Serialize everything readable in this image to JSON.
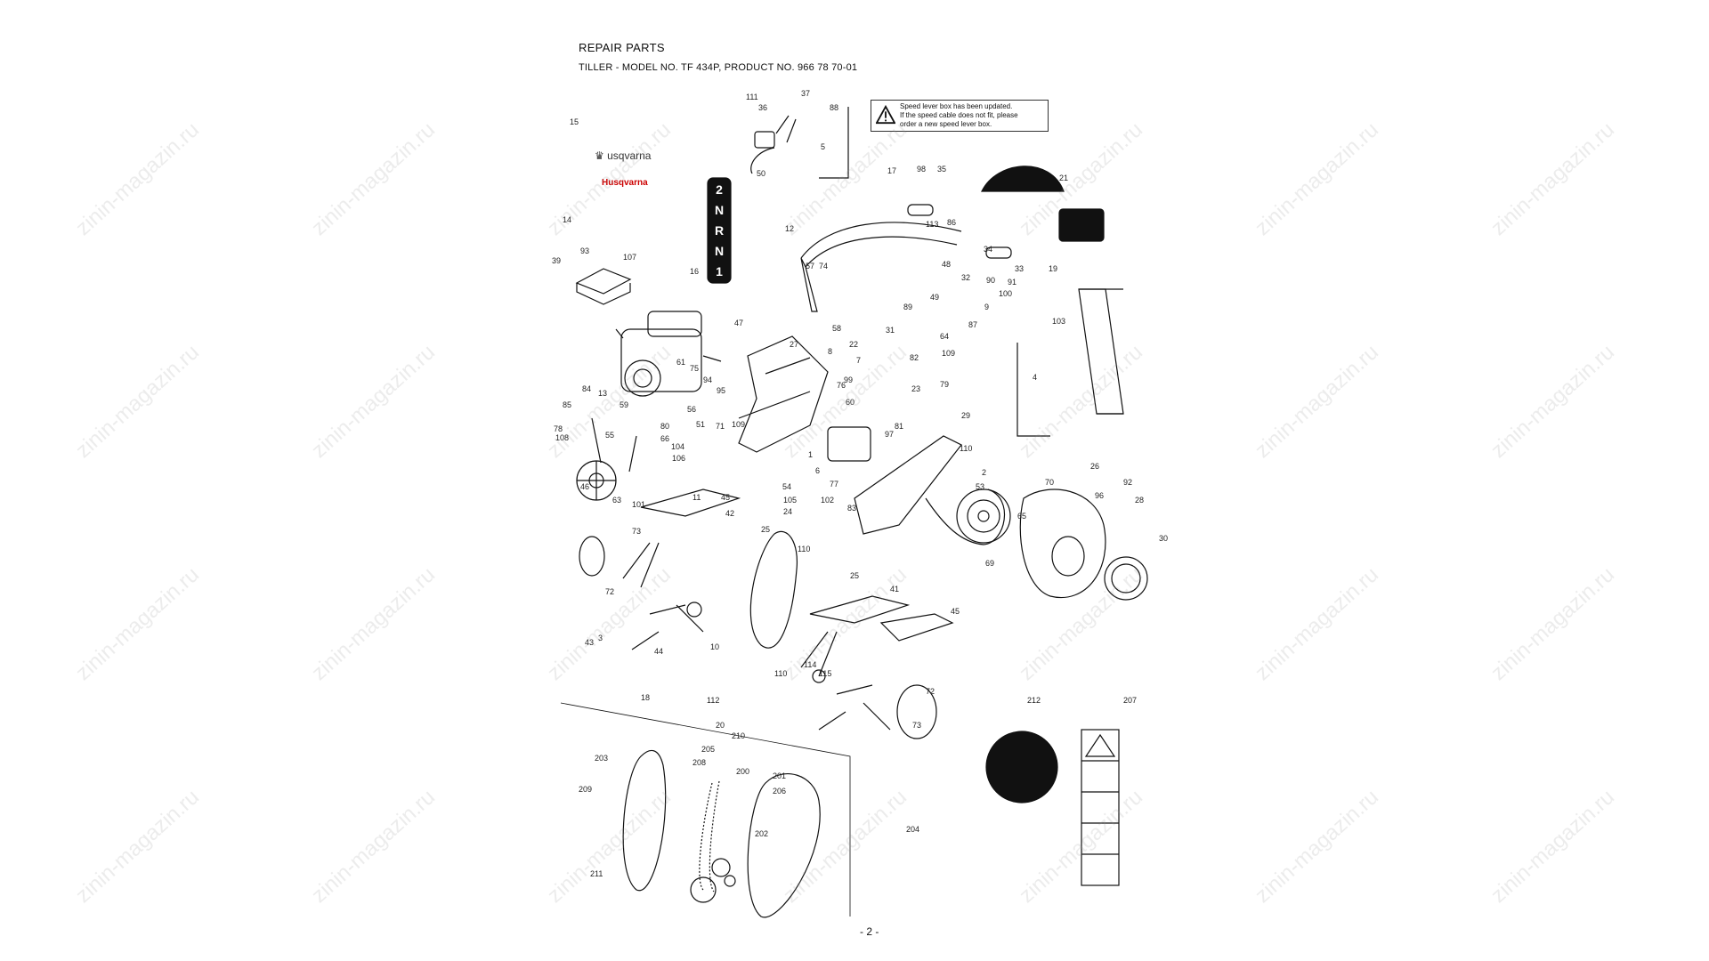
{
  "header": {
    "title": "REPAIR PARTS",
    "subtitle": "TILLER - MODEL NO. TF 434P, PRODUCT NO. 966 78 70-01"
  },
  "note": {
    "line1": "Speed lever box has been updated.",
    "line2": "If the speed cable does not fit, please",
    "line3": "order a new speed lever box."
  },
  "brand": {
    "logo1": "usqvarna",
    "logo2": "Husqvarna"
  },
  "gear_decal": [
    "2",
    "N",
    "R",
    "N",
    "1"
  ],
  "footer": {
    "page": "- 2 -"
  },
  "watermark": "zinin-magazin.ru",
  "part_labels": [
    "15",
    "14",
    "93",
    "107",
    "39",
    "16",
    "111",
    "37",
    "36",
    "88",
    "5",
    "50",
    "17",
    "98",
    "35",
    "113",
    "86",
    "12",
    "57",
    "74",
    "34",
    "48",
    "33",
    "32",
    "90",
    "91",
    "21",
    "19",
    "100",
    "9",
    "87",
    "103",
    "82",
    "4",
    "47",
    "89",
    "31",
    "22",
    "7",
    "99",
    "76",
    "23",
    "79",
    "109",
    "64",
    "49",
    "58",
    "27",
    "8",
    "61",
    "75",
    "94",
    "95",
    "56",
    "51",
    "71",
    "109",
    "84",
    "85",
    "78",
    "13",
    "59",
    "80",
    "55",
    "66",
    "104",
    "106",
    "108",
    "46",
    "63",
    "101",
    "60",
    "81",
    "1",
    "97",
    "29",
    "110",
    "2",
    "53",
    "70",
    "26",
    "92",
    "96",
    "28",
    "30",
    "69",
    "65",
    "6",
    "77",
    "102",
    "83",
    "54",
    "105",
    "24",
    "25",
    "110",
    "11",
    "45",
    "42",
    "73",
    "72",
    "43",
    "3",
    "44",
    "10",
    "110",
    "25",
    "41",
    "45",
    "114",
    "115",
    "72",
    "73",
    "18",
    "20",
    "112",
    "210",
    "212",
    "207",
    "204",
    "203",
    "209",
    "205",
    "208",
    "200",
    "201",
    "206",
    "202",
    "211"
  ],
  "colors": {
    "ink": "#111111",
    "watermark": "#999999",
    "warning_fill": "#ffffff"
  }
}
